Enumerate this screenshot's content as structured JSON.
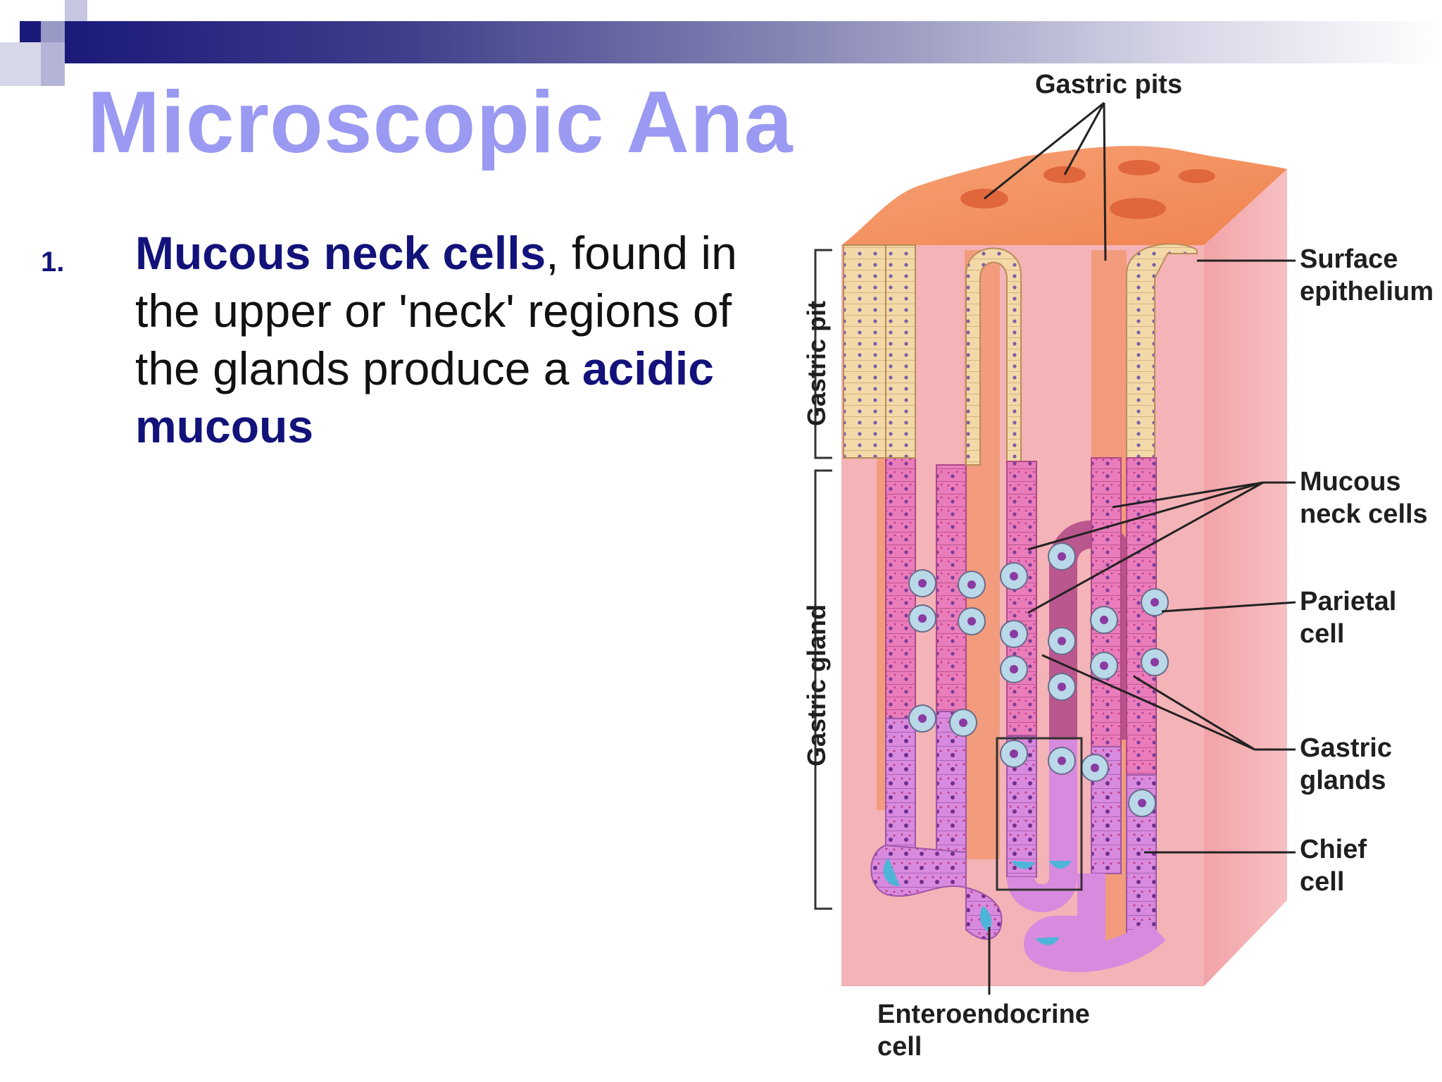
{
  "slide": {
    "title": "Microscopic Ana",
    "colors": {
      "title": "#9a9af2",
      "emphasis": "#12127a",
      "bar_start": "#1a1a7a"
    }
  },
  "bullet": {
    "number": "1.",
    "emphasis_1": "Mucous neck cells",
    "text_1": ", found in the upper or 'neck' regions of the glands produce a ",
    "emphasis_2": "acidic mucous"
  },
  "diagram": {
    "labels": {
      "gastric_pits": "Gastric pits",
      "surface_epithelium_1": "Surface",
      "surface_epithelium_2": "epithelium",
      "mucous_neck_cells_1": "Mucous",
      "mucous_neck_cells_2": "neck cells",
      "parietal_cell_1": "Parietal",
      "parietal_cell_2": "cell",
      "gastric_glands_1": "Gastric",
      "gastric_glands_2": "glands",
      "chief_cell_1": "Chief",
      "chief_cell_2": "cell",
      "enteroendocrine_cell_1": "Enteroendocrine",
      "enteroendocrine_cell_2": "cell",
      "gastric_pit_side": "Gastric pit",
      "gastric_gland_side": "Gastric gland"
    },
    "colors": {
      "lamina": "#f3a9ad",
      "lamina_dark": "#ec9197",
      "top_surface": "#f48a5c",
      "epithelium": "#f3d9a8",
      "neck_cells": "#e56fb2",
      "chief_cells": "#d58ad9",
      "parietal_cells": "#b9d8e8",
      "enteroendocrine": "#4fb5d8",
      "lumen": "#f0894f"
    }
  }
}
